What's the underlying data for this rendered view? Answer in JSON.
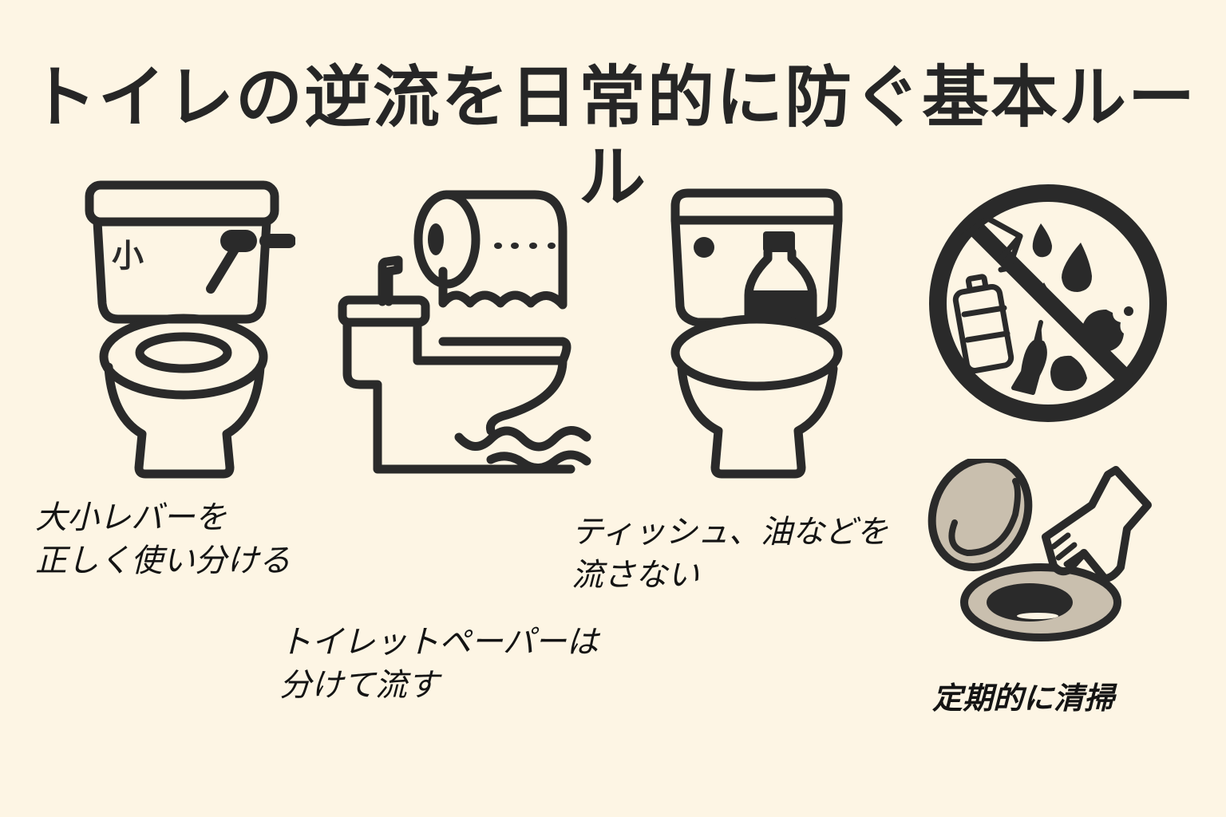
{
  "title": "トイレの逆流を日常的に防ぐ基本ルール",
  "colors": {
    "background": "#fdf5e4",
    "stroke": "#2a2a2a",
    "drain_fill": "#c9bfae",
    "text": "#141414"
  },
  "rules": [
    {
      "icon": "toilet-dual-lever-icon",
      "tank_mark": "小",
      "label_lines": [
        "大小レバーを",
        "正しく使い分ける"
      ]
    },
    {
      "icon": "toilet-paper-flush-icon",
      "label_lines": [
        "トイレットペーパーは",
        "分けて流す"
      ]
    },
    {
      "icon": "toilet-bottle-icon",
      "label_lines": [
        "ティッシュ、油などを",
        "流さない"
      ]
    },
    {
      "icon": "no-foreign-objects-icon",
      "label_lines": []
    },
    {
      "icon": "drain-cleaning-icon",
      "label_lines": [
        "定期的に清掃"
      ]
    }
  ]
}
